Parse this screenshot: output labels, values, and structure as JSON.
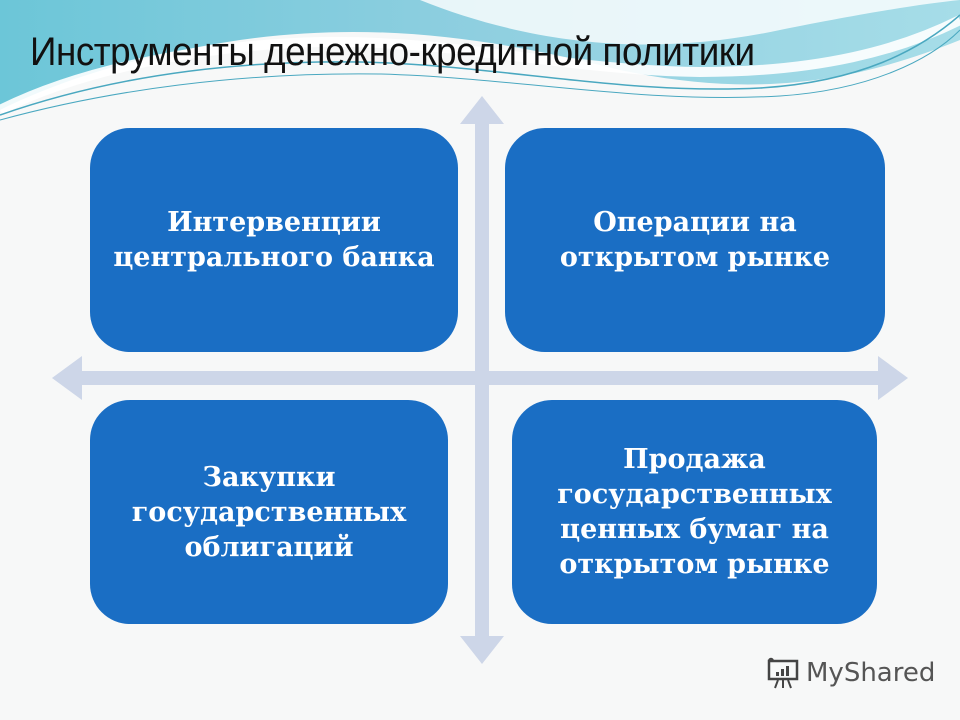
{
  "title": "Инструменты денежно-кредитной политики",
  "boxes": [
    {
      "id": "top-left",
      "text": "Интервенции центрального банка"
    },
    {
      "id": "top-right",
      "text": "Операции на открытом рынке"
    },
    {
      "id": "bottom-left",
      "text": "Закупки государственных облигаций"
    },
    {
      "id": "bottom-right",
      "text": "Продажа государственных ценных бумаг на открытом рынке"
    }
  ],
  "watermark": {
    "label": "MyShared",
    "icon": "presentation-board-icon"
  },
  "colors": {
    "box": "#1a6ec4",
    "arrow": "#cdd6e8",
    "wave": "#5fc0d6"
  }
}
